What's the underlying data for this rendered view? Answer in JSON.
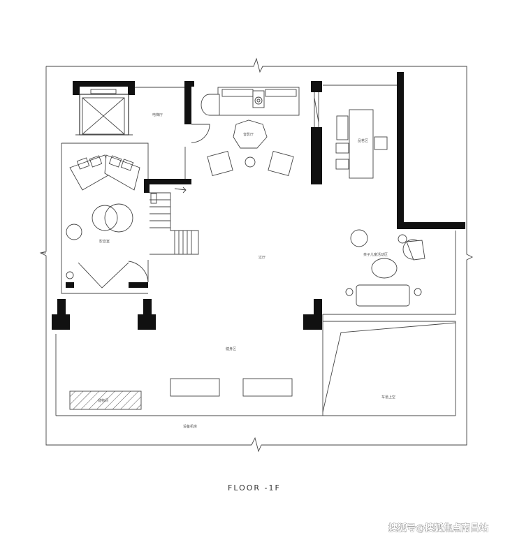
{
  "floor_label": "FLOOR -1F",
  "watermark": "搜狐号@搜狐焦点南昌站",
  "rooms": {
    "elevator_hall": "电梯厅",
    "audio_lounge": "音影厅",
    "tea_area": "品茗区",
    "home_theater": "影音室",
    "hallway": "过厅",
    "kids_area": "亲子儿童活动区",
    "fitness": "健身区",
    "storage": "储物间",
    "equipment_room": "设备机房",
    "garage_void": "车道上空"
  }
}
